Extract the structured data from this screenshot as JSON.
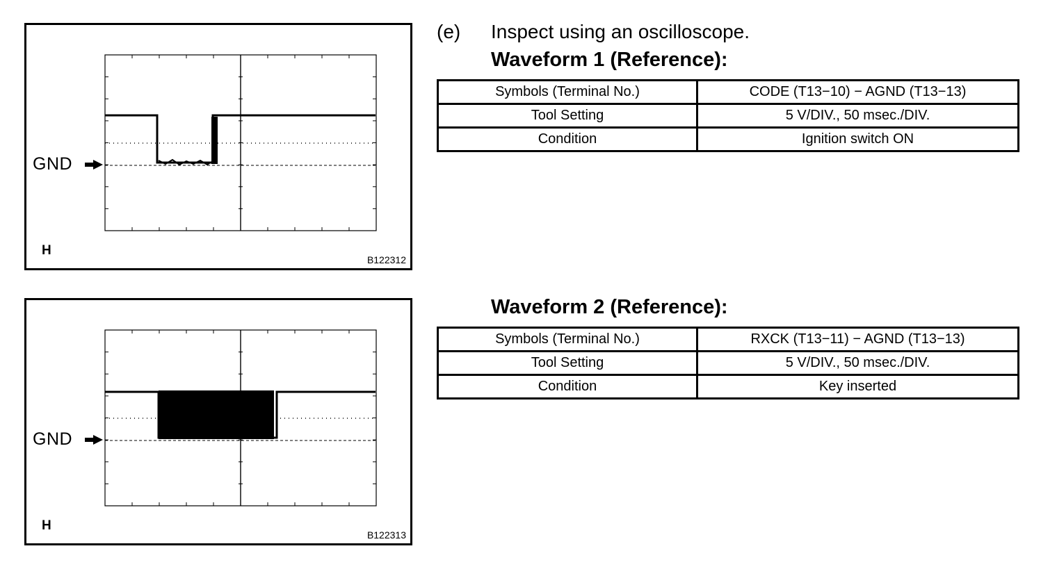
{
  "step": {
    "marker": "(e)",
    "instruction": "Inspect using an oscilloscope."
  },
  "waveforms": [
    {
      "title": "Waveform 1 (Reference):",
      "figure": {
        "gnd_label": "GND",
        "h_label": "H",
        "figure_id": "B122312"
      },
      "table": [
        {
          "key": "Symbols (Terminal No.)",
          "value": "CODE (T13−10) − AGND (T13−13)"
        },
        {
          "key": "Tool Setting",
          "value": "5 V/DIV., 50 msec./DIV."
        },
        {
          "key": "Condition",
          "value": "Ignition switch ON"
        }
      ]
    },
    {
      "title": "Waveform 2 (Reference):",
      "figure": {
        "gnd_label": "GND",
        "h_label": "H",
        "figure_id": "B122313"
      },
      "table": [
        {
          "key": "Symbols (Terminal No.)",
          "value": "RXCK (T13−11) − AGND (T13−13)"
        },
        {
          "key": "Tool Setting",
          "value": "5 V/DIV., 50 msec./DIV."
        },
        {
          "key": "Condition",
          "value": "Key inserted"
        }
      ]
    }
  ]
}
